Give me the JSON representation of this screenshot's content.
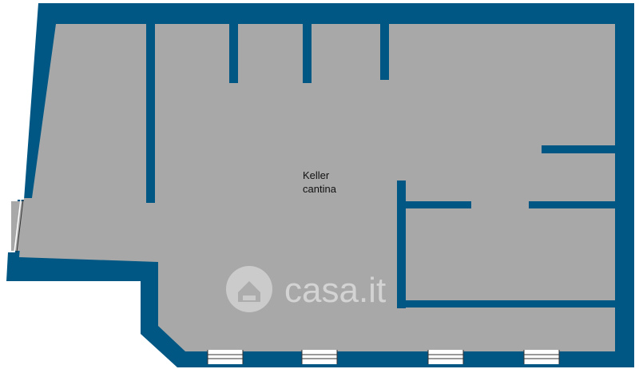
{
  "colors": {
    "wall": "#005784",
    "floor": "#a8a8a8",
    "window": "#ffffff",
    "background": "#ffffff"
  },
  "room": {
    "label_line1": "Keller",
    "label_line2": "cantina"
  },
  "watermark": {
    "text": "casa.it",
    "icon": "house-icon"
  }
}
